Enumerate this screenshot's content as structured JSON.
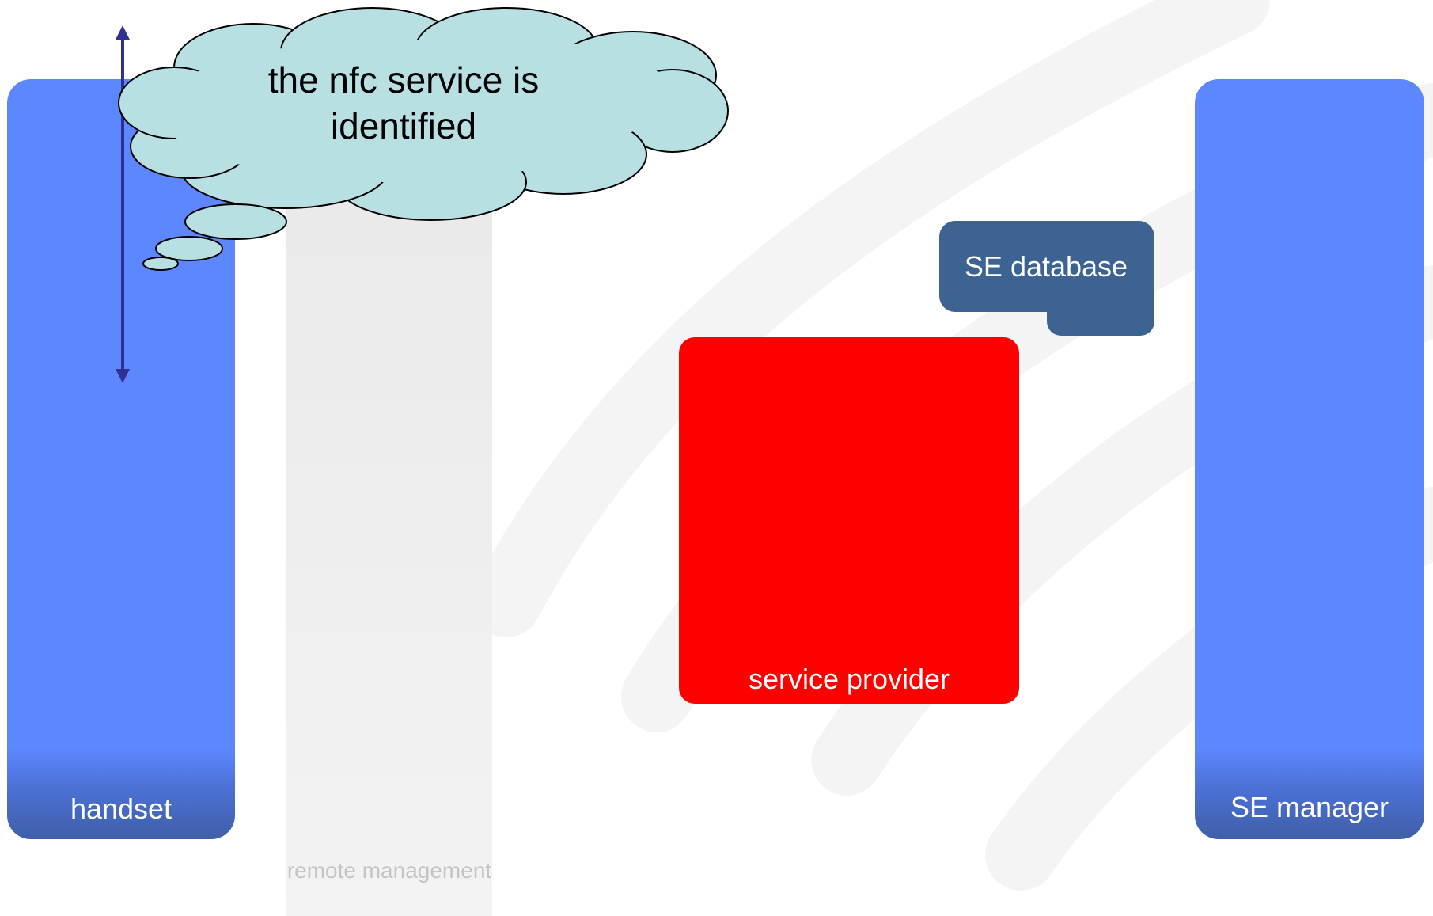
{
  "lanes": {
    "handset": "handset",
    "remote_management": "remote management",
    "se_manager": "SE manager"
  },
  "boxes": {
    "se_database": "SE database",
    "service_provider": "service provider"
  },
  "thought_bubble": {
    "text": "the nfc service is identified"
  },
  "colors": {
    "lane_blue": "#5d87ff",
    "lane_blue_dark": "#3f63b8",
    "service_provider_red": "#ff0000",
    "se_database_blue": "#3d6392",
    "bubble_fill": "#b8e0e3",
    "arrow": "#2e3192",
    "remote_lane_gray": "#eeeeee"
  }
}
